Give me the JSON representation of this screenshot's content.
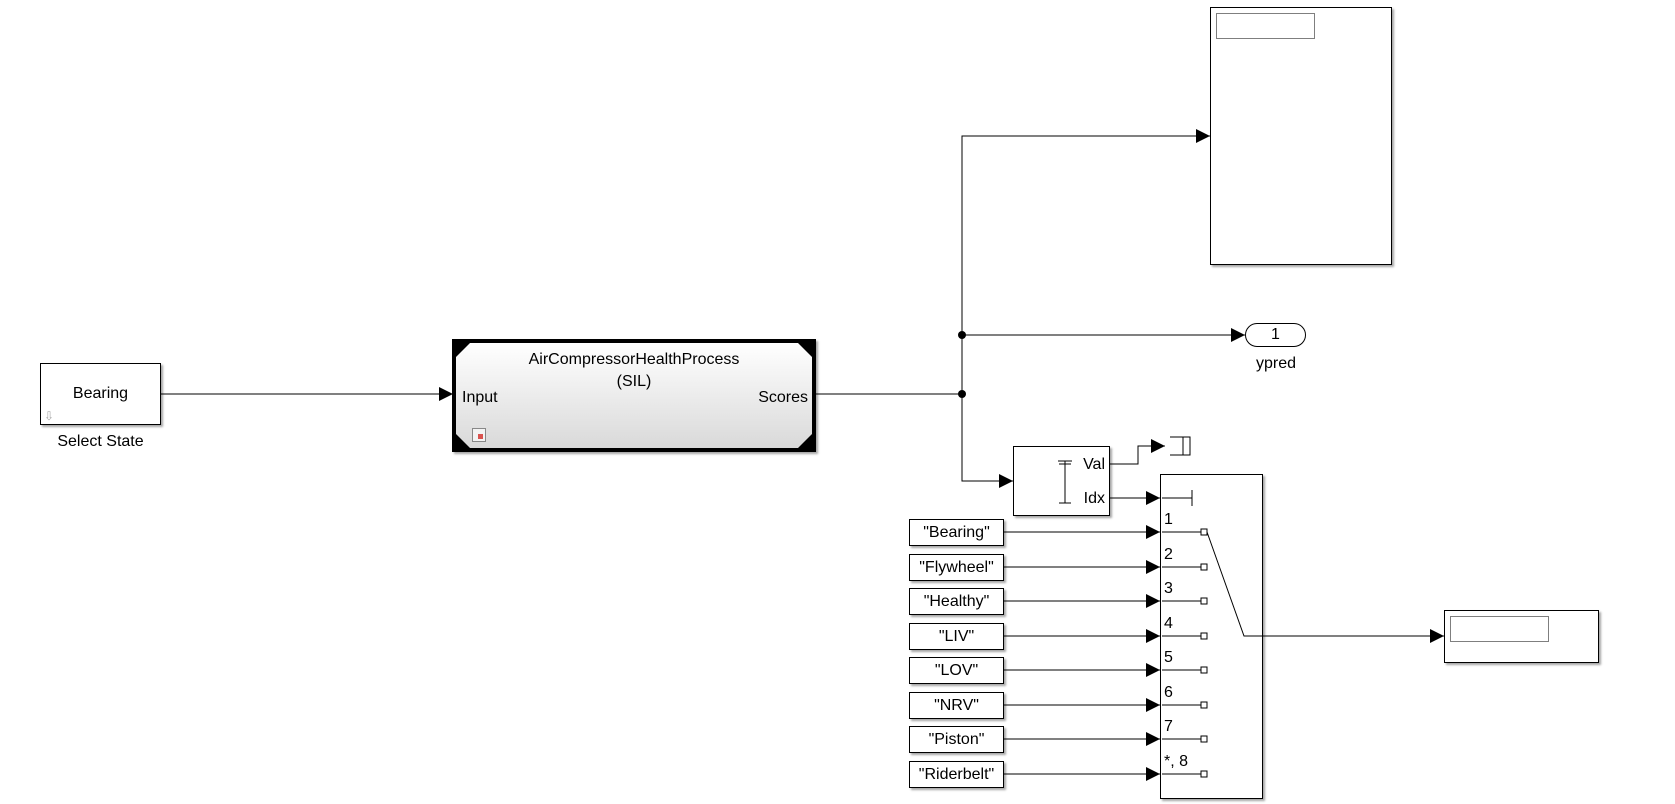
{
  "select_state": {
    "value": "Bearing",
    "label": "Select State"
  },
  "subsystem": {
    "name": "AirCompressorHealthProcess",
    "mode": "(SIL)",
    "in_port": "Input",
    "out_port": "Scores"
  },
  "outport": {
    "number": "1",
    "label": "ypred"
  },
  "max_block": {
    "val_port": "Val",
    "idx_port": "Idx"
  },
  "constants": [
    "\"Bearing\"",
    "\"Flywheel\"",
    "\"Healthy\"",
    "\"LIV\"",
    "\"LOV\"",
    "\"NRV\"",
    "\"Piston\"",
    "\"Riderbelt\""
  ],
  "multiport_cases": [
    "1",
    "2",
    "3",
    "4",
    "5",
    "6",
    "7",
    "*, 8"
  ]
}
